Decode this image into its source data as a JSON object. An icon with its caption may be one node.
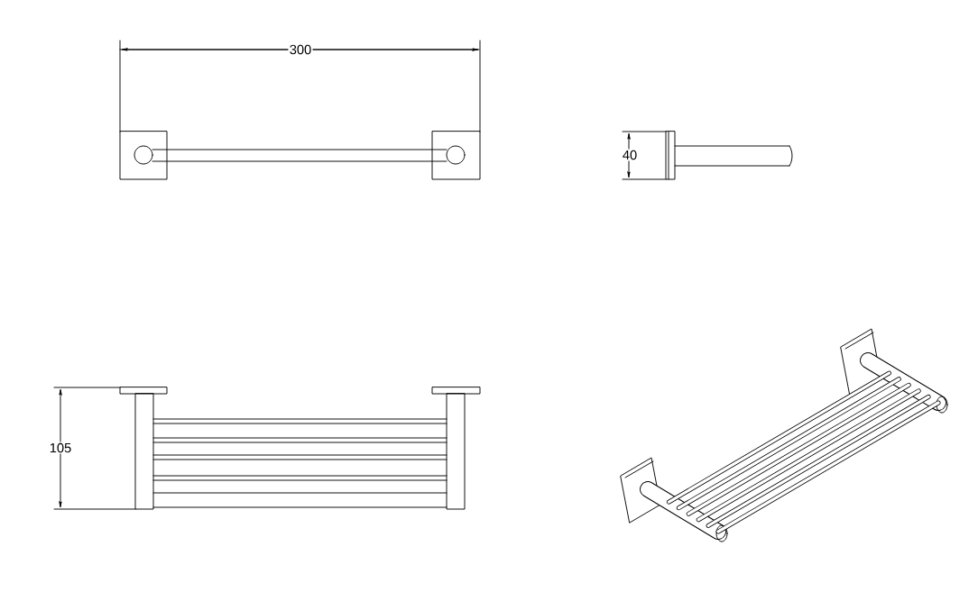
{
  "diagram": {
    "labels": [
      "300",
      "40",
      "105"
    ]
  }
}
